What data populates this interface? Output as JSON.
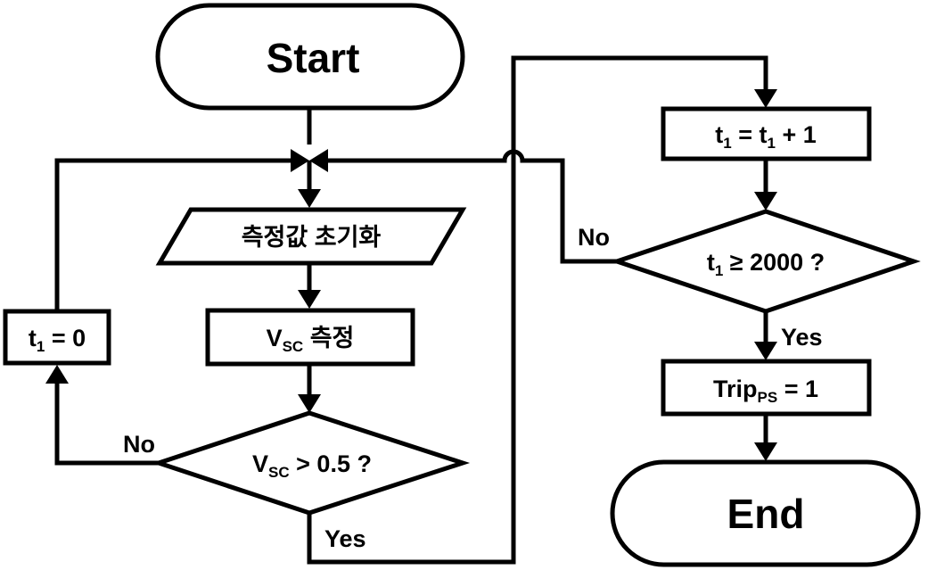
{
  "nodes": {
    "start": "Start",
    "init": "측정값 초기화",
    "measure": {
      "v": "V",
      "sub": "SC",
      "rest": " 측정"
    },
    "reset": {
      "t": "t",
      "sub": "1",
      "rest": " = 0"
    },
    "decision1": {
      "v": "V",
      "sub": "SC",
      "rest": " > 0.5 ?"
    },
    "increment": {
      "t": "t",
      "sub": "1",
      "mid": " = t",
      "sub2": "1",
      "rest": " + 1"
    },
    "decision2": {
      "t": "t",
      "sub": "1",
      "rest": " ≥ 2000 ?"
    },
    "trip": {
      "t": "Trip",
      "sub": "PS",
      "rest": " = 1"
    },
    "end": "End"
  },
  "edge_labels": {
    "decision1_no": "No",
    "decision1_yes": "Yes",
    "decision2_no": "No",
    "decision2_yes": "Yes"
  }
}
